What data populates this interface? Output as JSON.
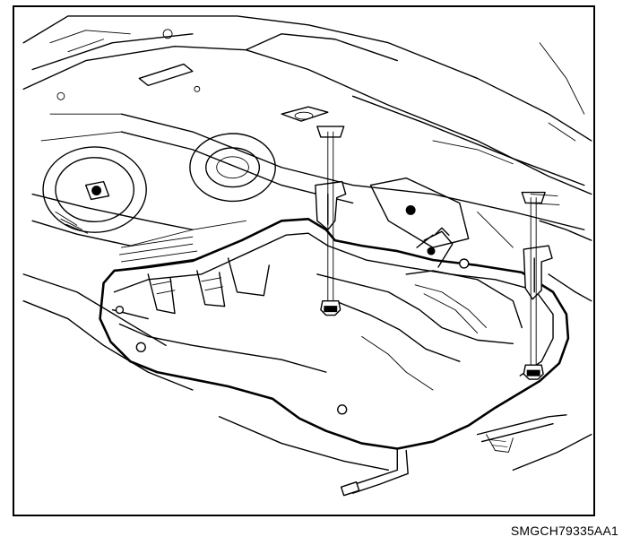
{
  "figure": {
    "code": "SMGCH79335AA1"
  },
  "parts": {
    "underbody": "vehicle-underbody-floor-panel",
    "shield": "fuel-tank-heat-shield",
    "brackets": [
      "left-mounting-bracket",
      "right-mounting-bracket"
    ],
    "bolts": [
      "left-shield-bolt",
      "right-shield-bolt"
    ]
  }
}
